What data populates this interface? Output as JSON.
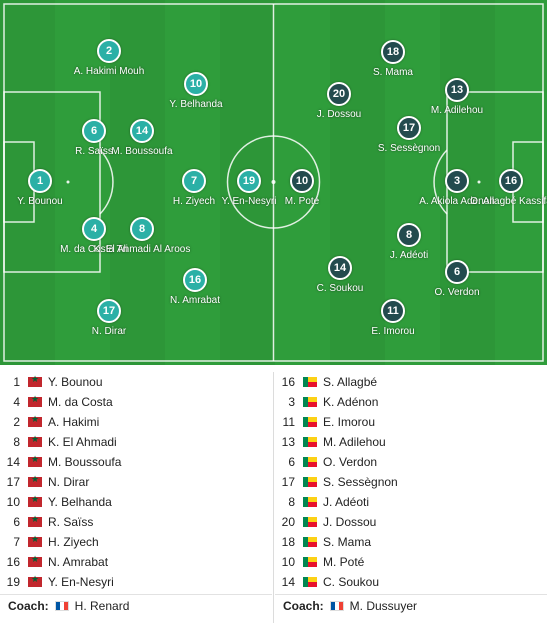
{
  "pitch": {
    "home_players": [
      {
        "number": "1",
        "name": "Y. Bounou"
      },
      {
        "number": "2",
        "name": "A. Hakimi Mouh"
      },
      {
        "number": "6",
        "name": "R. Saïss"
      },
      {
        "number": "14",
        "name": "M. Boussoufa"
      },
      {
        "number": "4",
        "name": "M. da Costa Tri"
      },
      {
        "number": "8",
        "name": "K. El Ahmadi Al Aroos"
      },
      {
        "number": "10",
        "name": "Y. Belhanda"
      },
      {
        "number": "7",
        "name": "H. Ziyech"
      },
      {
        "number": "19",
        "name": "Y. En-Nesyri"
      },
      {
        "number": "16",
        "name": "N. Amrabat"
      },
      {
        "number": "17",
        "name": "N. Dirar"
      }
    ],
    "away_players": [
      {
        "number": "10",
        "name": "M. Poté"
      },
      {
        "number": "20",
        "name": "J. Dossou"
      },
      {
        "number": "14",
        "name": "C. Soukou"
      },
      {
        "number": "18",
        "name": "S. Mama"
      },
      {
        "number": "17",
        "name": "S. Sessègnon"
      },
      {
        "number": "8",
        "name": "J. Adéoti"
      },
      {
        "number": "11",
        "name": "E. Imorou"
      },
      {
        "number": "13",
        "name": "M. Adilehou"
      },
      {
        "number": "3",
        "name": "A. Akiola Adenon"
      },
      {
        "number": "6",
        "name": "O. Verdon"
      },
      {
        "number": "16",
        "name": "O. Allagbé Kassifa"
      }
    ]
  },
  "lineups": {
    "home": [
      {
        "number": "1",
        "name": "Y. Bounou"
      },
      {
        "number": "4",
        "name": "M. da Costa"
      },
      {
        "number": "2",
        "name": "A. Hakimi"
      },
      {
        "number": "8",
        "name": "K. El Ahmadi"
      },
      {
        "number": "14",
        "name": "M. Boussoufa"
      },
      {
        "number": "17",
        "name": "N. Dirar"
      },
      {
        "number": "10",
        "name": "Y. Belhanda"
      },
      {
        "number": "6",
        "name": "R. Saïss"
      },
      {
        "number": "7",
        "name": "H. Ziyech"
      },
      {
        "number": "16",
        "name": "N. Amrabat"
      },
      {
        "number": "19",
        "name": "Y. En-Nesyri"
      }
    ],
    "away": [
      {
        "number": "16",
        "name": "S. Allagbé"
      },
      {
        "number": "3",
        "name": "K. Adénon"
      },
      {
        "number": "11",
        "name": "E. Imorou"
      },
      {
        "number": "13",
        "name": "M. Adilehou"
      },
      {
        "number": "6",
        "name": "O. Verdon"
      },
      {
        "number": "17",
        "name": "S. Sessègnon"
      },
      {
        "number": "8",
        "name": "J. Adéoti"
      },
      {
        "number": "20",
        "name": "J. Dossou"
      },
      {
        "number": "18",
        "name": "S. Mama"
      },
      {
        "number": "10",
        "name": "M. Poté"
      },
      {
        "number": "14",
        "name": "C. Soukou"
      }
    ],
    "home_flag": "morocco-flag-icon",
    "away_flag": "benin-flag-icon"
  },
  "coaches": {
    "label": "Coach:",
    "home": {
      "name": "H. Renard",
      "flag": "france-flag-icon"
    },
    "away": {
      "name": "M. Dussuyer",
      "flag": "france-flag-icon"
    }
  },
  "colors": {
    "pitch": "#2f9d3b",
    "home_marker": "#2bb0a6",
    "away_marker": "#234b4e"
  }
}
